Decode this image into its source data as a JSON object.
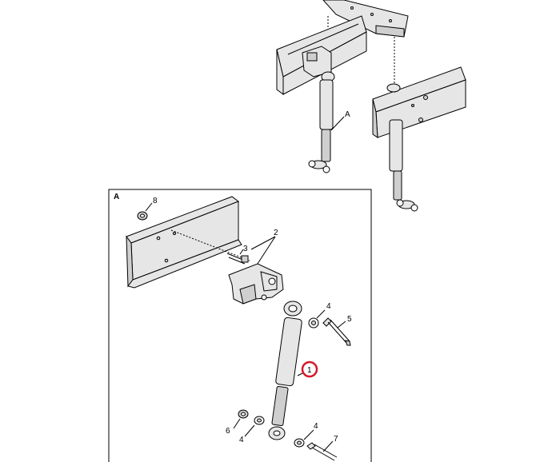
{
  "labels": {
    "view_ref_top": "A",
    "view_ref_detail": "A",
    "item_1": "1",
    "item_2": "2",
    "item_3": "3",
    "item_4_upper": "4",
    "item_4_lower": "4",
    "item_4_washer": "4",
    "item_5": "5",
    "item_6": "6",
    "item_7": "7",
    "item_8": "8"
  },
  "colors": {
    "highlight": "#d6182a",
    "line": "#000000",
    "part_fill": "#e6e6e6"
  }
}
